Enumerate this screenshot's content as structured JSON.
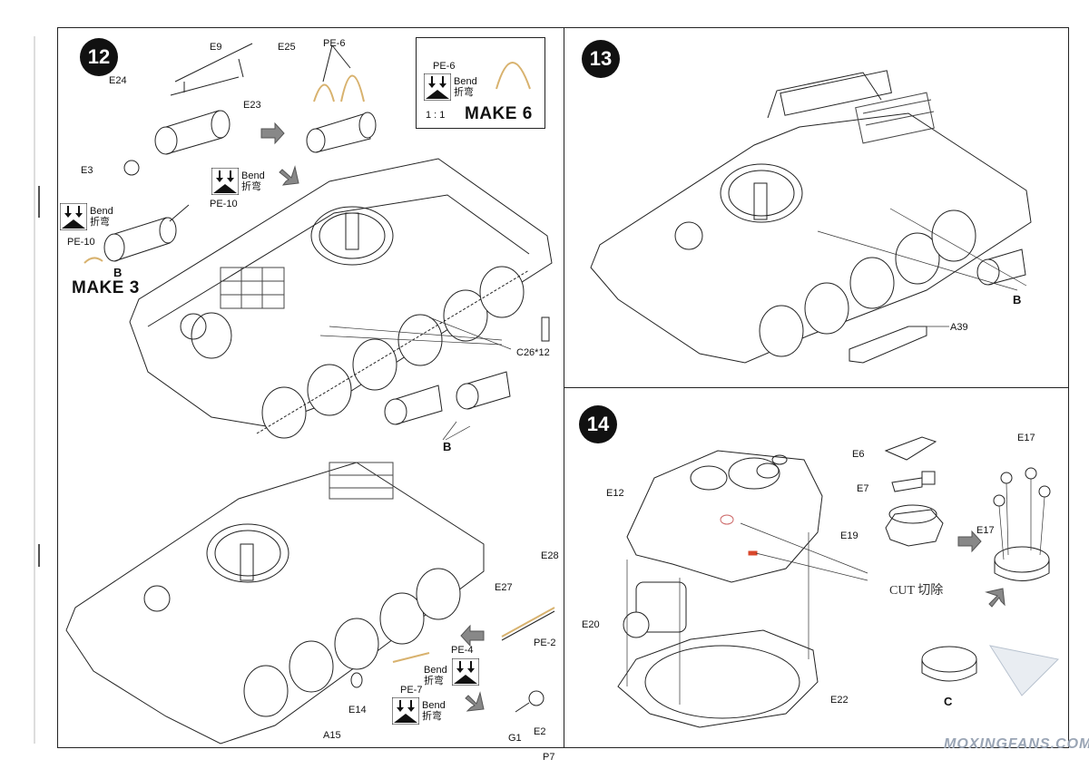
{
  "steps": {
    "s12": "12",
    "s13": "13",
    "s14": "14"
  },
  "inset": {
    "part": "PE-6",
    "bend": "Bend",
    "bend_cn": "折弯",
    "scale": "1 : 1",
    "make": "MAKE 6"
  },
  "step12": {
    "top": {
      "e9": "E9",
      "e25": "E25",
      "e24": "E24",
      "e23": "E23",
      "pe6": "PE-6",
      "e3": "E3",
      "bend": "Bend",
      "bend_cn": "折弯",
      "pe10a": "PE-10",
      "bend2": "Bend",
      "bend2_cn": "折弯",
      "pe10b": "PE-10",
      "b1": "B",
      "make3": "MAKE 3",
      "c26": "C26*12",
      "b2": "B"
    },
    "bottom": {
      "e28": "E28",
      "e27": "E27",
      "pe2": "PE-2",
      "pe4": "PE-4",
      "bend": "Bend",
      "bend_cn": "折弯",
      "pe7": "PE-7",
      "bend2": "Bend",
      "bend2_cn": "折弯",
      "e14": "E14",
      "a15": "A15",
      "g1": "G1",
      "e2": "E2"
    }
  },
  "step13": {
    "b": "B",
    "a39": "A39"
  },
  "step14": {
    "e6": "E6",
    "e12": "E12",
    "e7": "E7",
    "e19": "E19",
    "e17a": "E17",
    "e17b": "E17",
    "cut": "CUT 切除",
    "e20": "E20",
    "e22": "E22",
    "c": "C"
  },
  "page_number": "P7",
  "watermark": "MOXINGFANS.COM"
}
